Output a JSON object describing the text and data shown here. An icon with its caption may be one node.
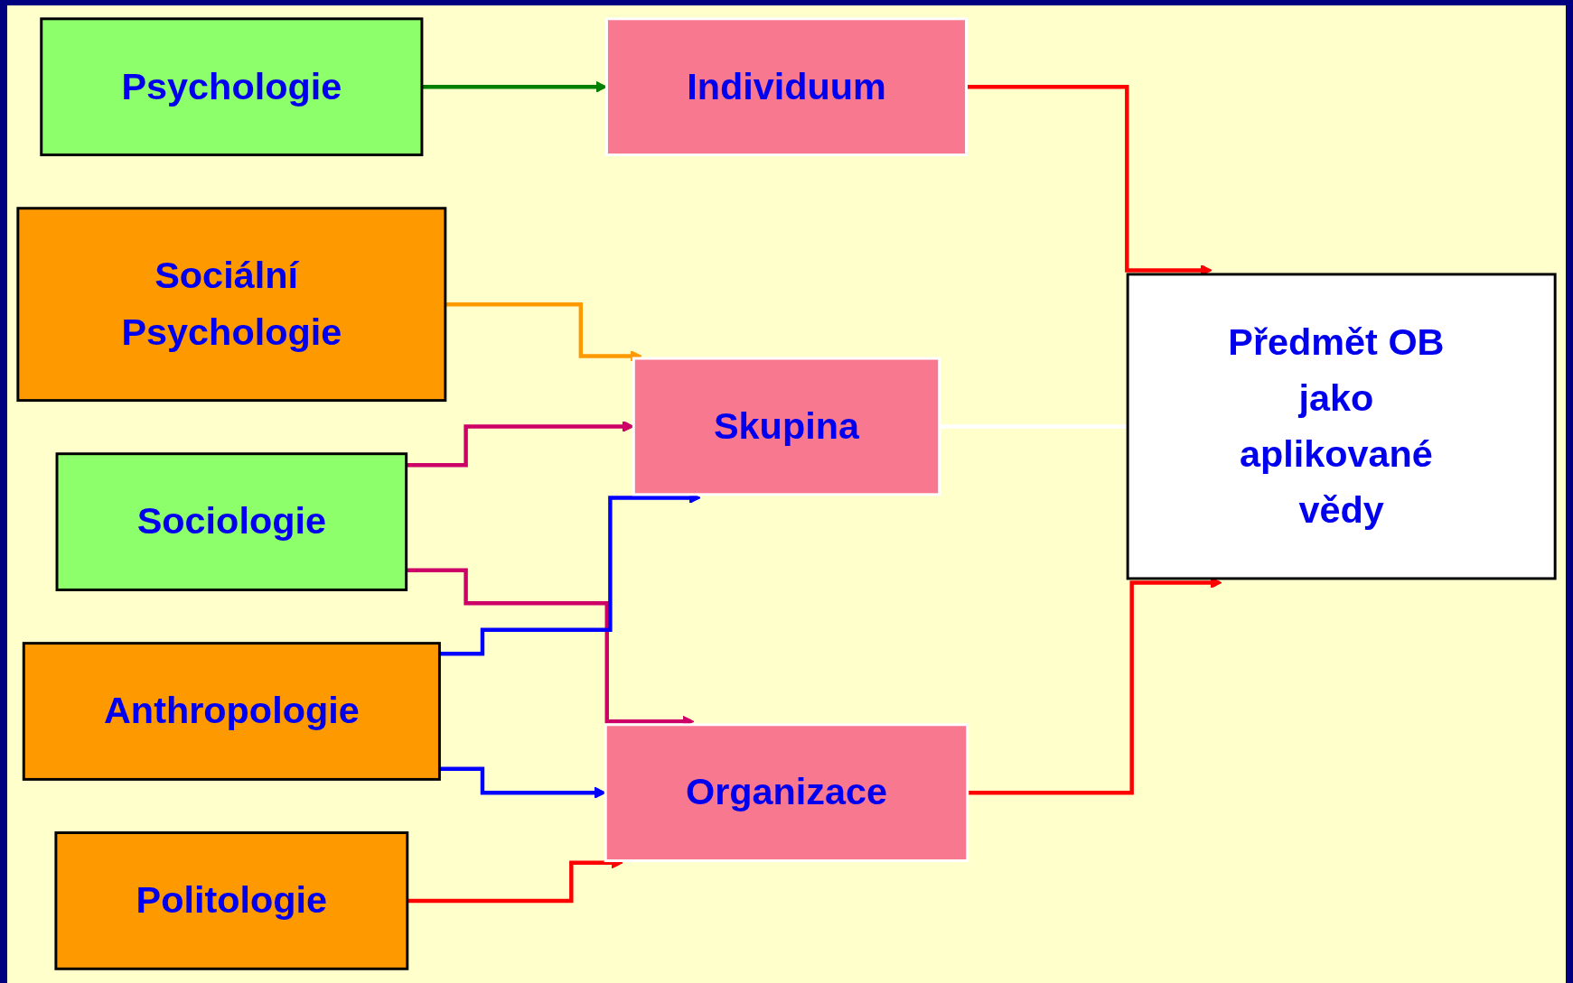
{
  "diagram": {
    "nodes": [
      {
        "text": [
          "Psychologie"
        ]
      },
      {
        "text": [
          "Individuum"
        ]
      },
      {
        "text": [
          "Sociologie"
        ]
      },
      {
        "text": [
          "Sociální Psychologie"
        ]
      },
      {
        "text": [
          "Skupina"
        ]
      },
      {
        "text": [
          "Předmět OB jako aplikované vědy"
        ]
      },
      {
        "text": [
          "Anthropologie"
        ]
      },
      {
        "text": [
          "Organizace"
        ]
      },
      {
        "text": [
          "Politologie"
        ]
      }
    ],
    "edges": [
      {
        "from": 0,
        "to": 1,
        "arrow": "to",
        "color": "#008000"
      },
      {
        "from": 1,
        "to": 5,
        "arrow": "to",
        "color": "#ff0000"
      },
      {
        "from": 2,
        "to": 4,
        "arrow": "to",
        "color": "#cc0066"
      },
      {
        "from": 2,
        "to": 7,
        "arrow": "to",
        "color": "#cc0066"
      },
      {
        "from": 3,
        "to": 4,
        "arrow": "to",
        "color": "#ff9900"
      },
      {
        "from": 6,
        "to": 4,
        "arrow": "to",
        "color": "#0000ff"
      },
      {
        "from": 6,
        "to": 7,
        "arrow": "to",
        "color": "#0000ff"
      },
      {
        "from": 4,
        "to": 5,
        "arrow": "none",
        "color": "#ffffff"
      },
      {
        "from": 7,
        "to": 5,
        "arrow": "to",
        "color": "#ff0000"
      },
      {
        "from": 8,
        "to": 7,
        "arrow": "to",
        "color": "#ff0000"
      }
    ]
  }
}
